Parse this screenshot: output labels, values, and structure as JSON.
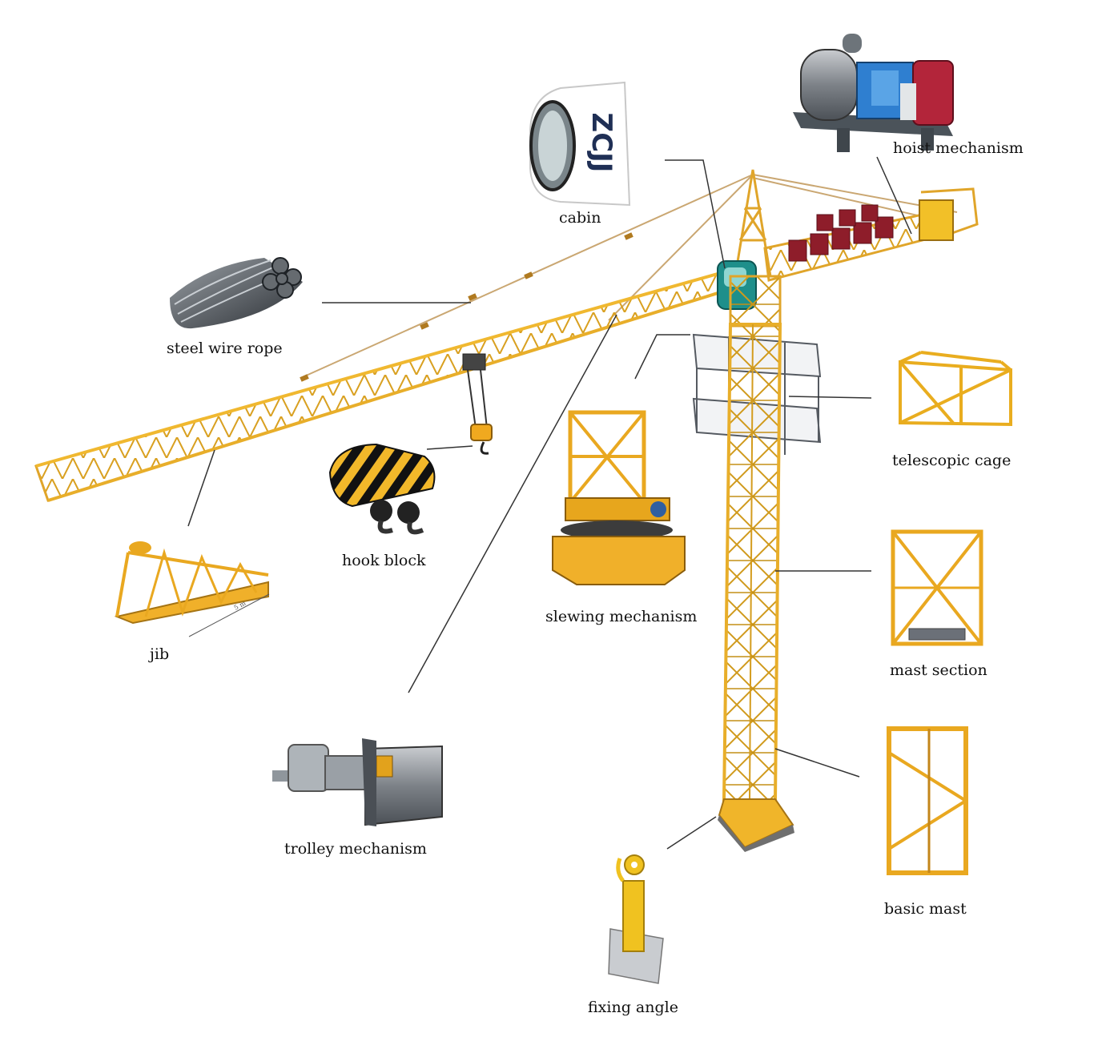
{
  "labels": {
    "cabin": "cabin",
    "hoist_mechanism": "hoist mechanism",
    "steel_wire_rope": "steel wire rope",
    "telescopic_cage": "telescopic cage",
    "hook_block": "hook block",
    "slewing_mechanism": "slewing mechanism",
    "jib": "jib",
    "mast_section": "mast section",
    "trolley_mechanism": "trolley mechanism",
    "basic_mast": "basic mast",
    "fixing_angle": "fixing angle"
  },
  "cabin_logo": "ZCJJ",
  "jib_dimension": "5 m",
  "colors": {
    "crane_yellow": "#f2b82a",
    "crane_dark": "#c98e12",
    "hoist_blue": "#2f7fd0",
    "hoist_red": "#b3253a",
    "cage_grey": "#5a5f66",
    "counterweight_red": "#8e1d2a",
    "leader_line": "#333333"
  }
}
